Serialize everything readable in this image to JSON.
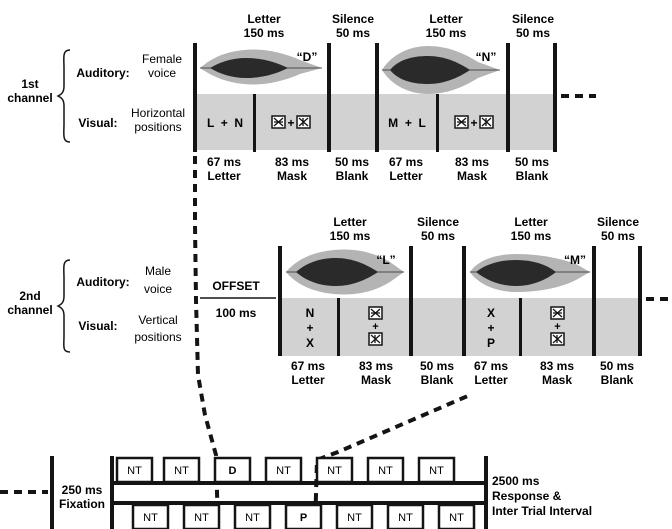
{
  "channel1": {
    "label": [
      "1st",
      "channel"
    ],
    "auditory_label": "Auditory:",
    "voice": [
      "Female",
      "voice"
    ],
    "visual_label": "Visual:",
    "positions": [
      "Horizontal",
      "positions"
    ],
    "headers": [
      {
        "title": "Letter",
        "time": "150 ms"
      },
      {
        "title": "Silence",
        "time": "50 ms"
      },
      {
        "title": "Letter",
        "time": "150 ms"
      },
      {
        "title": "Silence",
        "time": "50 ms"
      }
    ],
    "spoken": [
      "“D”",
      "“N”"
    ],
    "visual_letters": [
      "L  +  N",
      "M  +  L"
    ],
    "footers": [
      {
        "time": "67 ms",
        "name": "Letter"
      },
      {
        "time": "83 ms",
        "name": "Mask"
      },
      {
        "time": "50 ms",
        "name": "Blank"
      },
      {
        "time": "67 ms",
        "name": "Letter"
      },
      {
        "time": "83 ms",
        "name": "Mask"
      },
      {
        "time": "50 ms",
        "name": "Blank"
      }
    ]
  },
  "channel2": {
    "label": [
      "2nd",
      "channel"
    ],
    "auditory_label": "Auditory:",
    "voice": [
      "Male",
      "voice"
    ],
    "visual_label": "Visual:",
    "positions": [
      "Vertical",
      "positions"
    ],
    "offset_label": "OFFSET",
    "offset_time": "100 ms",
    "headers": [
      {
        "title": "Letter",
        "time": "150 ms"
      },
      {
        "title": "Silence",
        "time": "50 ms"
      },
      {
        "title": "Letter",
        "time": "150 ms"
      },
      {
        "title": "Silence",
        "time": "50 ms"
      }
    ],
    "spoken": [
      "“L”",
      "“M”"
    ],
    "visual_letters": [
      [
        "N",
        "+",
        "X"
      ],
      [
        "X",
        "+",
        "P"
      ]
    ],
    "footers": [
      {
        "time": "67 ms",
        "name": "Letter"
      },
      {
        "time": "83 ms",
        "name": "Mask"
      },
      {
        "time": "50 ms",
        "name": "Blank"
      },
      {
        "time": "67 ms",
        "name": "Letter"
      },
      {
        "time": "83 ms",
        "name": "Mask"
      },
      {
        "time": "50 ms",
        "name": "Blank"
      }
    ]
  },
  "timeline": {
    "fixation": [
      "250 ms",
      "Fixation"
    ],
    "response": [
      "2500 ms",
      "Response &",
      "Inter Trial Interval"
    ],
    "top_items": [
      "NT",
      "NT",
      "D",
      "NT",
      "NT",
      "NT",
      "NT"
    ],
    "bottom_items": [
      "NT",
      "NT",
      "NT",
      "P",
      "NT",
      "NT",
      "NT"
    ]
  },
  "colors": {
    "visual_band": "#d2d2d2",
    "wave_light": "#b4b4b4",
    "wave_dark": "#2a2a2a",
    "ink": "#141414"
  }
}
